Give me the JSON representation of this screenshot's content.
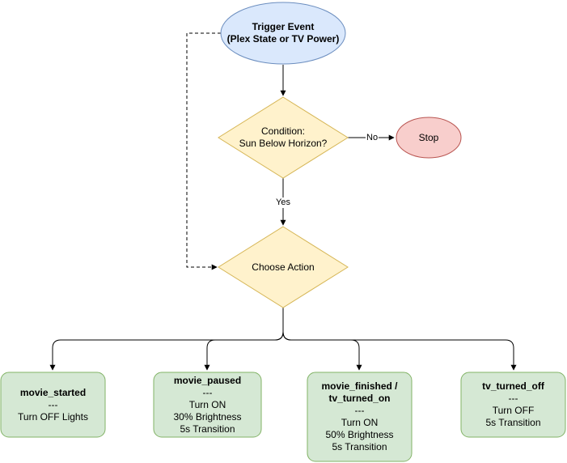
{
  "colors": {
    "trigger_fill": "#dae8fc",
    "trigger_stroke": "#6c8ebf",
    "decision_fill": "#fff2cc",
    "decision_stroke": "#d6b656",
    "stop_fill": "#f8cecc",
    "stop_stroke": "#b85450",
    "action_fill": "#d5e8d4",
    "action_stroke": "#82b366",
    "edge": "#000000"
  },
  "nodes": {
    "trigger": {
      "line1": "Trigger Event",
      "line2": "(Plex State or TV Power)"
    },
    "condition": {
      "line1": "Condition:",
      "line2": "Sun Below Horizon?"
    },
    "stop": {
      "label": "Stop"
    },
    "choose": {
      "label": "Choose Action"
    },
    "movie_started": {
      "title": "movie_started",
      "sep": "---",
      "line1": "Turn OFF Lights"
    },
    "movie_paused": {
      "title": "movie_paused",
      "sep": "---",
      "line1": "Turn ON",
      "line2": "30% Brightness",
      "line3": "5s Transition"
    },
    "movie_finished": {
      "title1": "movie_finished /",
      "title2": "tv_turned_on",
      "sep": "---",
      "line1": "Turn ON",
      "line2": "50% Brightness",
      "line3": "5s Transition"
    },
    "tv_turned_off": {
      "title": "tv_turned_off",
      "sep": "---",
      "line1": "Turn OFF",
      "line2": "5s Transition"
    }
  },
  "edges": {
    "no_label": "No",
    "yes_label": "Yes"
  }
}
